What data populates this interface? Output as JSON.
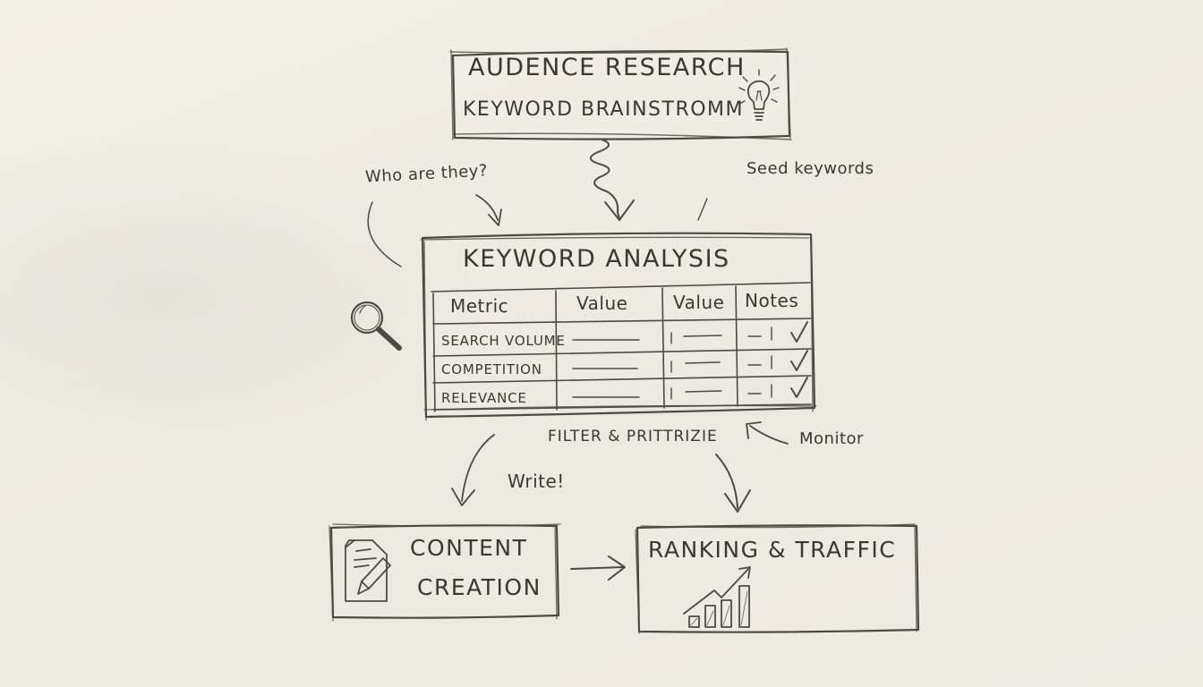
{
  "diagram": {
    "background_color": "#efece3",
    "ink_color": "#383836",
    "nodes": {
      "audience_research": {
        "line1": "AUDENCE RESEARCH",
        "line2": "KEYWORD BRAINSTROMM",
        "icon": "lightbulb-icon"
      },
      "keyword_analysis": {
        "title": "KEYWORD ANALYSIS",
        "icon": "magnifying-glass-icon",
        "table": {
          "columns": [
            "Metric",
            "Value",
            "Value",
            "Notes"
          ],
          "rows": [
            {
              "metric": "SEARCH VOLUME",
              "value1": "______",
              "value2": "| ___",
              "notes": "—!",
              "check": "✓"
            },
            {
              "metric": "COMPETITION",
              "value1": "______",
              "value2": "| ___",
              "notes": "—!",
              "check": "✓"
            },
            {
              "metric": "RELEVANCE",
              "value1": "______",
              "value2": "| ___",
              "notes": "—!",
              "check": "✓"
            }
          ]
        }
      },
      "content_creation": {
        "line1": "CONTENT",
        "line2": "CREATION",
        "icon": "document-pencil-icon"
      },
      "ranking_traffic": {
        "title": "RANKING & TRAFFIC",
        "icon": "bar-chart-growth-icon"
      }
    },
    "annotations": {
      "who_are_they": "Who are they?",
      "seed_keywords": "Seed keywords",
      "filter_prioritize": "FILTER & PRITTRIZIE",
      "monitor": "Monitor",
      "write": "Write!"
    }
  }
}
